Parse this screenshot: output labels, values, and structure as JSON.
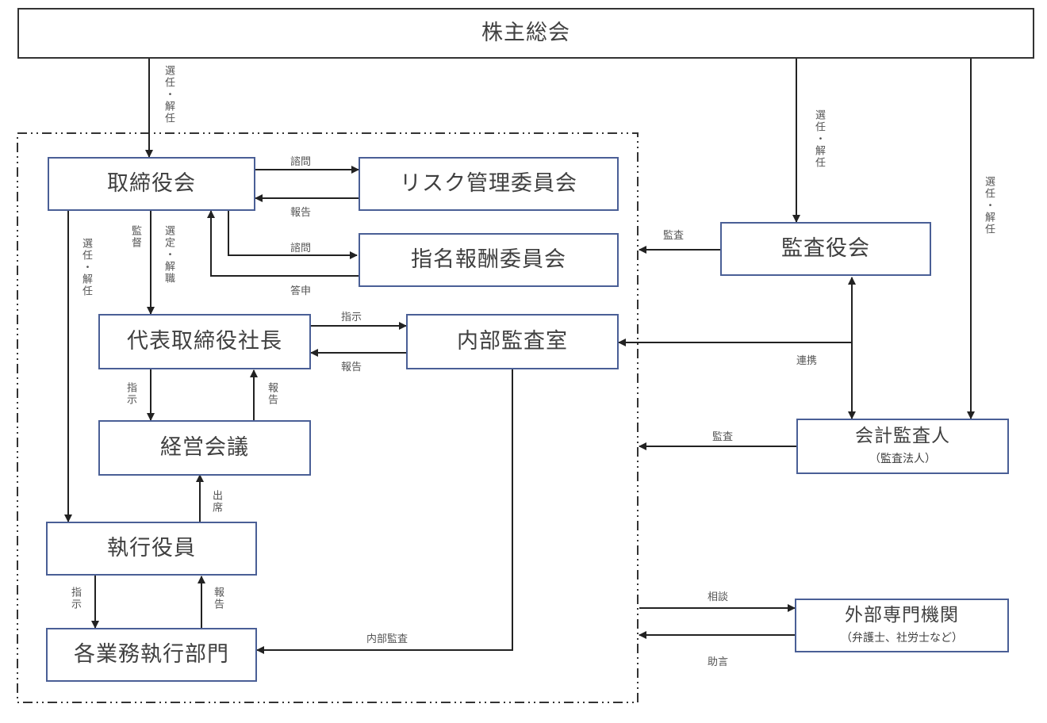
{
  "nodes": {
    "shareholders": "株主総会",
    "board": "取締役会",
    "risk_committee": "リスク管理委員会",
    "nomination_committee": "指名報酬委員会",
    "audit_board": "監査役会",
    "president": "代表取締役社長",
    "internal_audit": "内部監査室",
    "management_meeting": "経営会議",
    "accounting_auditor": {
      "title": "会計監査人",
      "sub": "（監査法人）"
    },
    "executive_officers": "執行役員",
    "business_divisions": "各業務執行部門",
    "external_experts": {
      "title": "外部専門機関",
      "sub": "（弁護士、社労士など）"
    }
  },
  "edge_labels": {
    "sh_to_board": "選任・解任",
    "sh_to_audit_board": "選任・解任",
    "sh_to_accounting": "選任・解任",
    "board_to_risk": "諮問",
    "risk_to_board": "報告",
    "board_to_nom": "諮問",
    "nom_to_board": "答申",
    "board_to_exec": "選任・解任",
    "board_supervise": "監督",
    "board_appoint_president": "選定・解職",
    "audit_board_audit": "監査",
    "president_to_ia": "指示",
    "ia_to_president": "報告",
    "cooperation": "連携",
    "president_to_mm": "指示",
    "mm_to_president": "報告",
    "accounting_audit": "監査",
    "exec_attend": "出席",
    "exec_to_div": "指示",
    "div_to_exec": "報告",
    "consult": "相談",
    "advice": "助言",
    "internal_audit_edge": "内部監査"
  },
  "colors": {
    "box_border": "#4a5f96",
    "line": "#222222",
    "text": "#404040"
  }
}
